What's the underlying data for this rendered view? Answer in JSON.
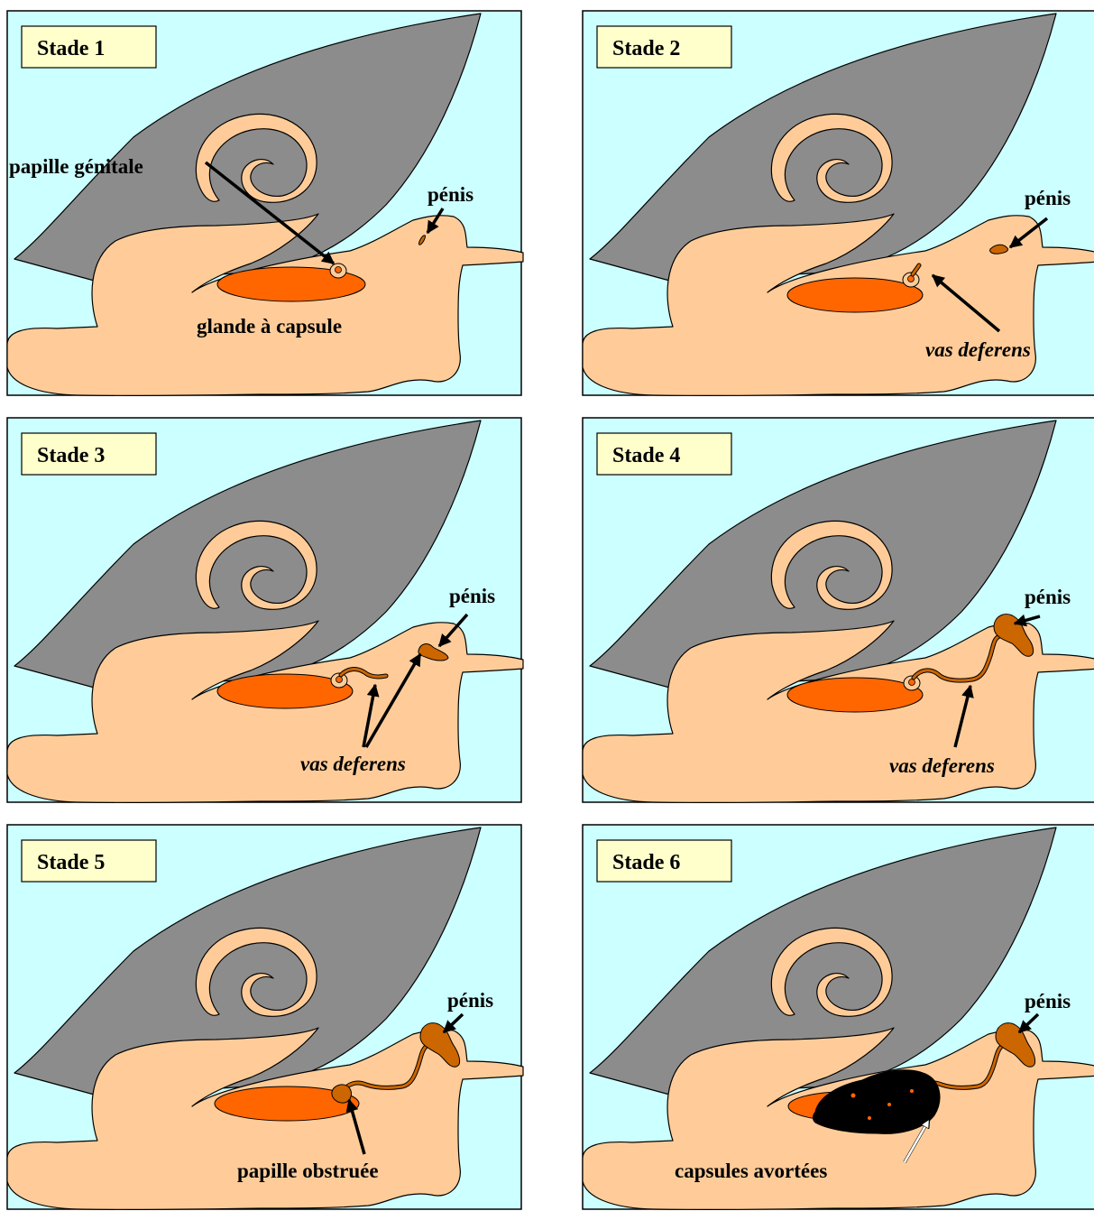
{
  "panels": [
    {
      "stage": "Stade 1",
      "labels": {
        "papilla": "papille génitale",
        "penis": "pénis",
        "gland": "glande à capsule"
      }
    },
    {
      "stage": "Stade 2",
      "labels": {
        "penis": "pénis",
        "vas": "vas deferens"
      }
    },
    {
      "stage": "Stade 3",
      "labels": {
        "penis": "pénis",
        "vas": "vas deferens"
      }
    },
    {
      "stage": "Stade 4",
      "labels": {
        "penis": "pénis",
        "vas": "vas deferens"
      }
    },
    {
      "stage": "Stade 5",
      "labels": {
        "penis": "pénis",
        "papilla": "papille obstruée"
      }
    },
    {
      "stage": "Stade 6",
      "labels": {
        "penis": "pénis",
        "capsules": "capsules avortées"
      }
    }
  ],
  "colors": {
    "background": "#ccffff",
    "shell": "#8c8c8c",
    "body": "#ffcc99",
    "capsule_gland": "#ff6600",
    "penis_and_vas": "#cc6600",
    "stage_box": "#ffffcc",
    "aborted_capsules": "#000000"
  }
}
